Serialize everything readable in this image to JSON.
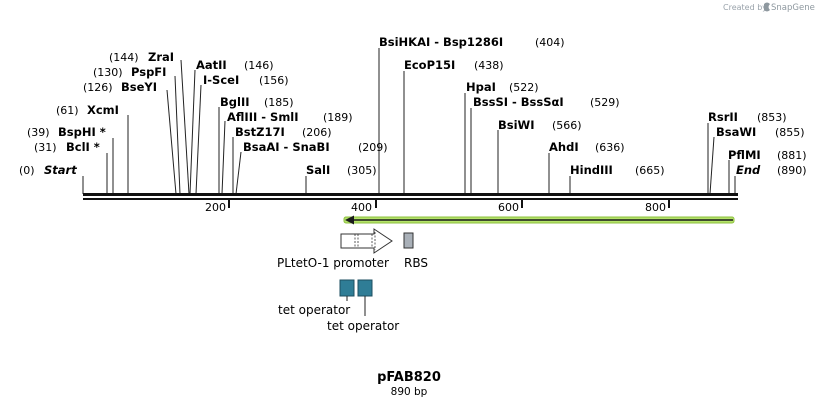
{
  "credit": {
    "prefix": "Created by",
    "brand": "SnapGene"
  },
  "plasmid": {
    "name": "pFAB820",
    "length_label": "890 bp"
  },
  "sites": {
    "start": {
      "pos": "(0)",
      "name": "Start"
    },
    "bcli": {
      "pos": "(31)",
      "name": "BclI *"
    },
    "bsphi": {
      "pos": "(39)",
      "name": "BspHI *"
    },
    "xcmi": {
      "pos": "(61)",
      "name": "XcmI"
    },
    "bseyi": {
      "pos": "(126)",
      "name": "BseYI"
    },
    "pspfi": {
      "pos": "(130)",
      "name": "PspFI"
    },
    "zrai": {
      "pos": "(144)",
      "name": "ZraI"
    },
    "aatii": {
      "name": "AatII",
      "pos": "(146)"
    },
    "iscei": {
      "name": "I-SceI",
      "pos": "(156)"
    },
    "bglii": {
      "name": "BglII",
      "pos": "(185)"
    },
    "aflii": {
      "name": "AflIII  - SmlI",
      "pos": "(189)"
    },
    "bstz17i": {
      "name": "BstZ17I",
      "pos": "(206)"
    },
    "bsaai": {
      "name": "BsaAI  - SnaBI",
      "pos": "(209)"
    },
    "sali": {
      "name": "SalI",
      "pos": "(305)"
    },
    "bsihkai": {
      "name": "BsiHKAI  - Bsp1286I",
      "pos": "(404)"
    },
    "ecop15i": {
      "name": "EcoP15I",
      "pos": "(438)"
    },
    "hpai": {
      "name": "HpaI",
      "pos": "(522)"
    },
    "bsssi": {
      "name": "BssSI  - BssSαI",
      "pos": "(529)"
    },
    "bsiwi": {
      "name": "BsiWI",
      "pos": "(566)"
    },
    "ahdi": {
      "name": "AhdI",
      "pos": "(636)"
    },
    "hindiii": {
      "name": "HindIII",
      "pos": "(665)"
    },
    "rsrii": {
      "name": "RsrII",
      "pos": "(853)"
    },
    "bsawi": {
      "name": "BsaWI",
      "pos": "(855)"
    },
    "pflmi": {
      "name": "PflMI",
      "pos": "(881)"
    },
    "end": {
      "name": "End",
      "pos": "(890)"
    }
  },
  "ruler": {
    "ticks": [
      "200",
      "400",
      "600",
      "800"
    ]
  },
  "features": {
    "promoter": {
      "label": "PLtetO-1 promoter",
      "color": "#ffffff"
    },
    "rbs": {
      "label": "RBS",
      "color": "#a9b0b8"
    },
    "operator1": {
      "label": "tet operator",
      "color": "#2f7d96"
    },
    "operator2": {
      "label": "tet operator",
      "color": "#2f7d96"
    },
    "orf_arrow": {
      "color": "#b5e36a"
    }
  }
}
